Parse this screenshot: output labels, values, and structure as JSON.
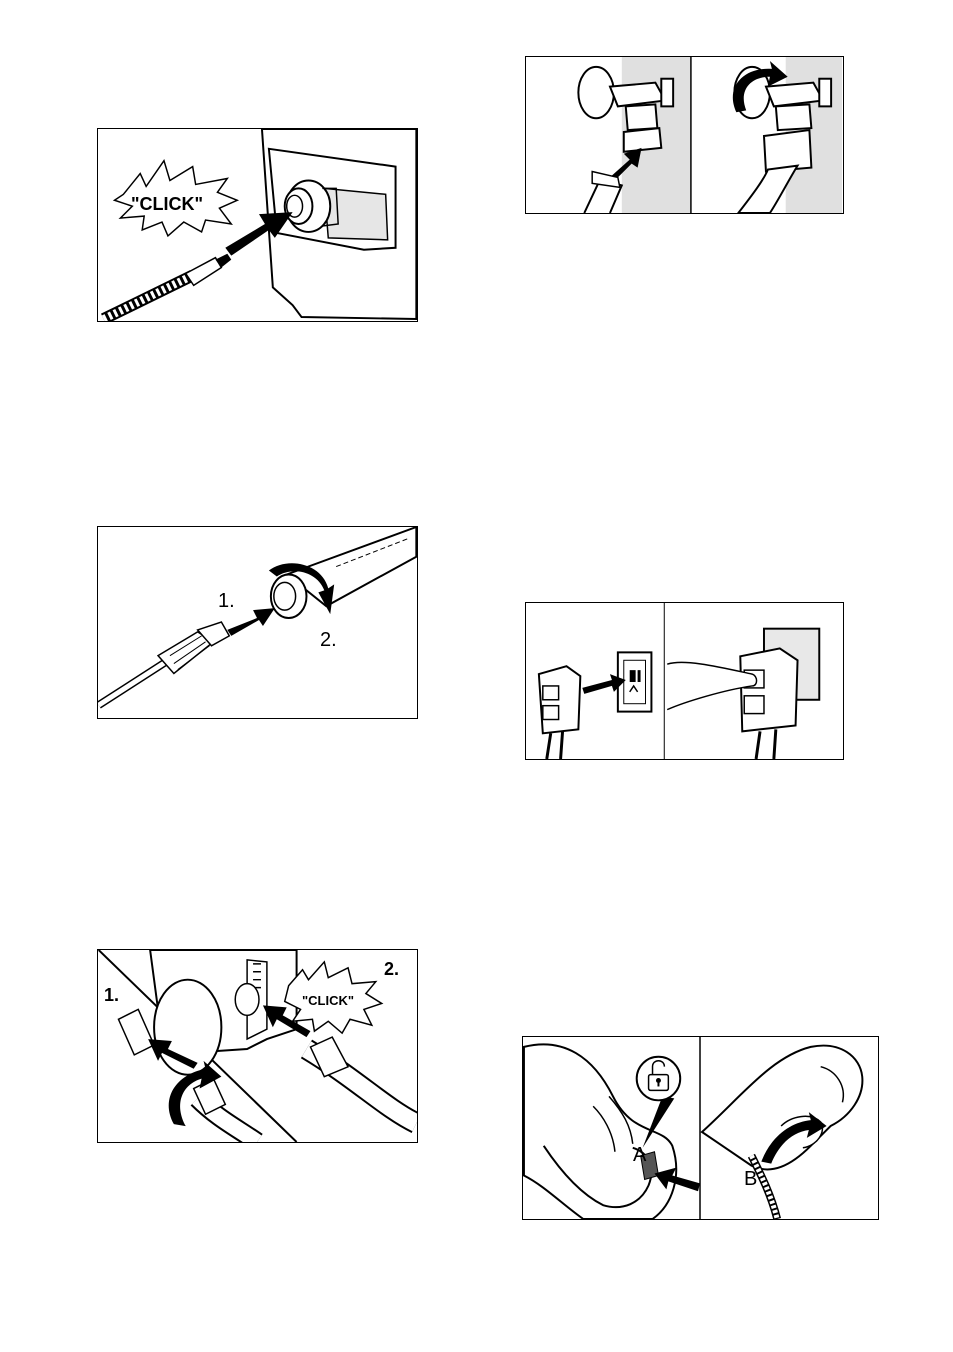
{
  "fig1": {
    "click": "\"CLICK\""
  },
  "fig2": {
    "step1": "1.",
    "step2": "2."
  },
  "fig3": {
    "step1": "1.",
    "step2": "2.",
    "click": "\"CLICK\""
  },
  "fig4": {},
  "fig5": {},
  "fig6": {
    "label_a": "A",
    "label_b": "B"
  },
  "icons": [
    "arrow-icon",
    "rotate-arrow-icon",
    "unlock-icon",
    "click-burst-icon"
  ]
}
